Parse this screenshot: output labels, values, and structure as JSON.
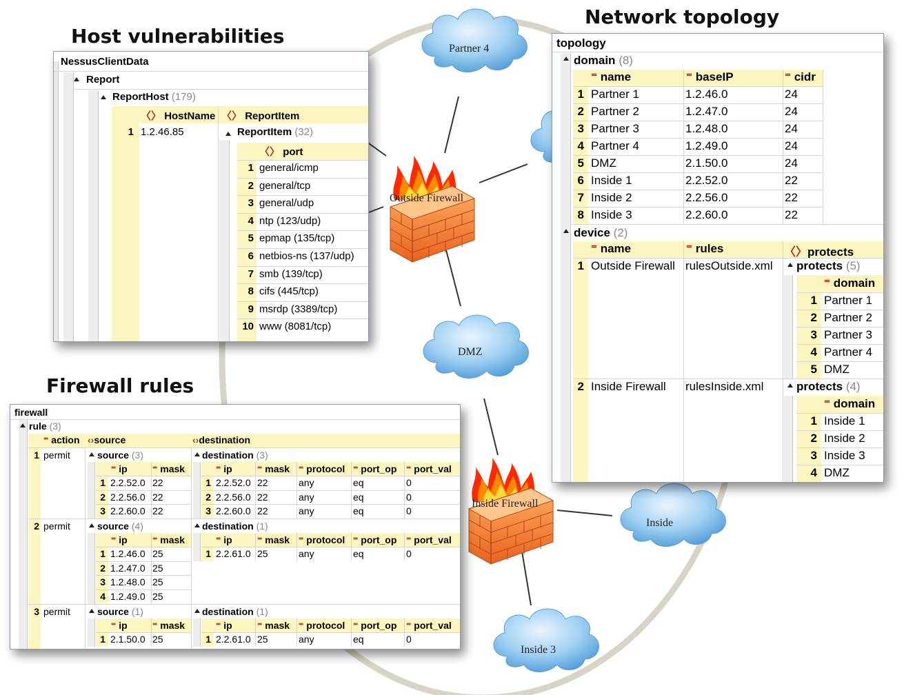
{
  "headings": {
    "host": "Host vulnerabilities",
    "topology": "Network topology",
    "firewall": "Firewall rules"
  },
  "nodes": {
    "partner4": "Partner 4",
    "outside_fw": "Outside Firewall",
    "dmz": "DMZ",
    "inside_fw": "Inside Firewall",
    "inside": "Inside",
    "inside3": "Inside 3"
  },
  "host": {
    "root": "NessusClientData",
    "report": "Report",
    "reporthost": "ReportHost",
    "reporthost_count": "(179)",
    "col_hostname": "HostName",
    "col_reportitem": "ReportItem",
    "row_index": "1",
    "hostname": "1.2.46.85",
    "reportitem": "ReportItem",
    "reportitem_count": "(32)",
    "col_port": "port",
    "ports": [
      {
        "i": "1",
        "v": "general/icmp"
      },
      {
        "i": "2",
        "v": "general/tcp"
      },
      {
        "i": "3",
        "v": "general/udp"
      },
      {
        "i": "4",
        "v": "ntp (123/udp)"
      },
      {
        "i": "5",
        "v": "epmap (135/tcp)"
      },
      {
        "i": "6",
        "v": "netbios-ns (137/udp)"
      },
      {
        "i": "7",
        "v": "smb (139/tcp)"
      },
      {
        "i": "8",
        "v": "cifs (445/tcp)"
      },
      {
        "i": "9",
        "v": "msrdp (3389/tcp)"
      },
      {
        "i": "10",
        "v": "www (8081/tcp)"
      }
    ]
  },
  "topology": {
    "root": "topology",
    "domain": "domain",
    "domain_count": "(8)",
    "col_name": "name",
    "col_baseip": "baseIP",
    "col_cidr": "cidr",
    "domains": [
      {
        "i": "1",
        "name": "Partner 1",
        "ip": "1.2.46.0",
        "cidr": "24"
      },
      {
        "i": "2",
        "name": "Partner 2",
        "ip": "1.2.47.0",
        "cidr": "24"
      },
      {
        "i": "3",
        "name": "Partner 3",
        "ip": "1.2.48.0",
        "cidr": "24"
      },
      {
        "i": "4",
        "name": "Partner 4",
        "ip": "1.2.49.0",
        "cidr": "24"
      },
      {
        "i": "5",
        "name": "DMZ",
        "ip": "2.1.50.0",
        "cidr": "24"
      },
      {
        "i": "6",
        "name": "Inside 1",
        "ip": "2.2.52.0",
        "cidr": "22"
      },
      {
        "i": "7",
        "name": "Inside 2",
        "ip": "2.2.56.0",
        "cidr": "22"
      },
      {
        "i": "8",
        "name": "Inside 3",
        "ip": "2.2.60.0",
        "cidr": "22"
      }
    ],
    "device": "device",
    "device_count": "(2)",
    "col_rules": "rules",
    "col_protects": "protects",
    "devices": [
      {
        "i": "1",
        "name": "Outside Firewall",
        "rules": "rulesOutside.xml",
        "protects": "protects",
        "count": "(5)",
        "col": "domain",
        "items": [
          {
            "i": "1",
            "v": "Partner 1"
          },
          {
            "i": "2",
            "v": "Partner 2"
          },
          {
            "i": "3",
            "v": "Partner 3"
          },
          {
            "i": "4",
            "v": "Partner 4"
          },
          {
            "i": "5",
            "v": "DMZ"
          }
        ]
      },
      {
        "i": "2",
        "name": "Inside Firewall",
        "rules": "rulesInside.xml",
        "protects": "protects",
        "count": "(4)",
        "col": "domain",
        "items": [
          {
            "i": "1",
            "v": "Inside 1"
          },
          {
            "i": "2",
            "v": "Inside 2"
          },
          {
            "i": "3",
            "v": "Inside 3"
          },
          {
            "i": "4",
            "v": "DMZ"
          }
        ]
      }
    ]
  },
  "firewall": {
    "root": "firewall",
    "rule": "rule",
    "rule_count": "(3)",
    "col_action": "action",
    "col_source": "source",
    "col_destination": "destination",
    "col_ip": "ip",
    "col_mask": "mask",
    "col_protocol": "protocol",
    "col_port_op": "port_op",
    "col_port_val": "port_val",
    "rules": [
      {
        "i": "1",
        "action": "permit",
        "source_count": "(3)",
        "dest_count": "(3)",
        "sources": [
          {
            "i": "1",
            "ip": "2.2.52.0",
            "mask": "22"
          },
          {
            "i": "2",
            "ip": "2.2.56.0",
            "mask": "22"
          },
          {
            "i": "3",
            "ip": "2.2.60.0",
            "mask": "22"
          }
        ],
        "dests": [
          {
            "i": "1",
            "ip": "2.2.52.0",
            "mask": "22",
            "protocol": "any",
            "op": "eq",
            "val": "0"
          },
          {
            "i": "2",
            "ip": "2.2.56.0",
            "mask": "22",
            "protocol": "any",
            "op": "eq",
            "val": "0"
          },
          {
            "i": "3",
            "ip": "2.2.60.0",
            "mask": "22",
            "protocol": "any",
            "op": "eq",
            "val": "0"
          }
        ]
      },
      {
        "i": "2",
        "action": "permit",
        "source_count": "(4)",
        "dest_count": "(1)",
        "sources": [
          {
            "i": "1",
            "ip": "1.2.46.0",
            "mask": "25"
          },
          {
            "i": "2",
            "ip": "1.2.47.0",
            "mask": "25"
          },
          {
            "i": "3",
            "ip": "1.2.48.0",
            "mask": "25"
          },
          {
            "i": "4",
            "ip": "1.2.49.0",
            "mask": "25"
          }
        ],
        "dests": [
          {
            "i": "1",
            "ip": "2.2.61.0",
            "mask": "25",
            "protocol": "any",
            "op": "eq",
            "val": "0"
          }
        ]
      },
      {
        "i": "3",
        "action": "permit",
        "source_count": "(1)",
        "dest_count": "(1)",
        "sources": [
          {
            "i": "1",
            "ip": "2.1.50.0",
            "mask": "25"
          }
        ],
        "dests": [
          {
            "i": "1",
            "ip": "2.2.61.0",
            "mask": "25",
            "protocol": "any",
            "op": "eq",
            "val": "0"
          }
        ]
      }
    ]
  }
}
